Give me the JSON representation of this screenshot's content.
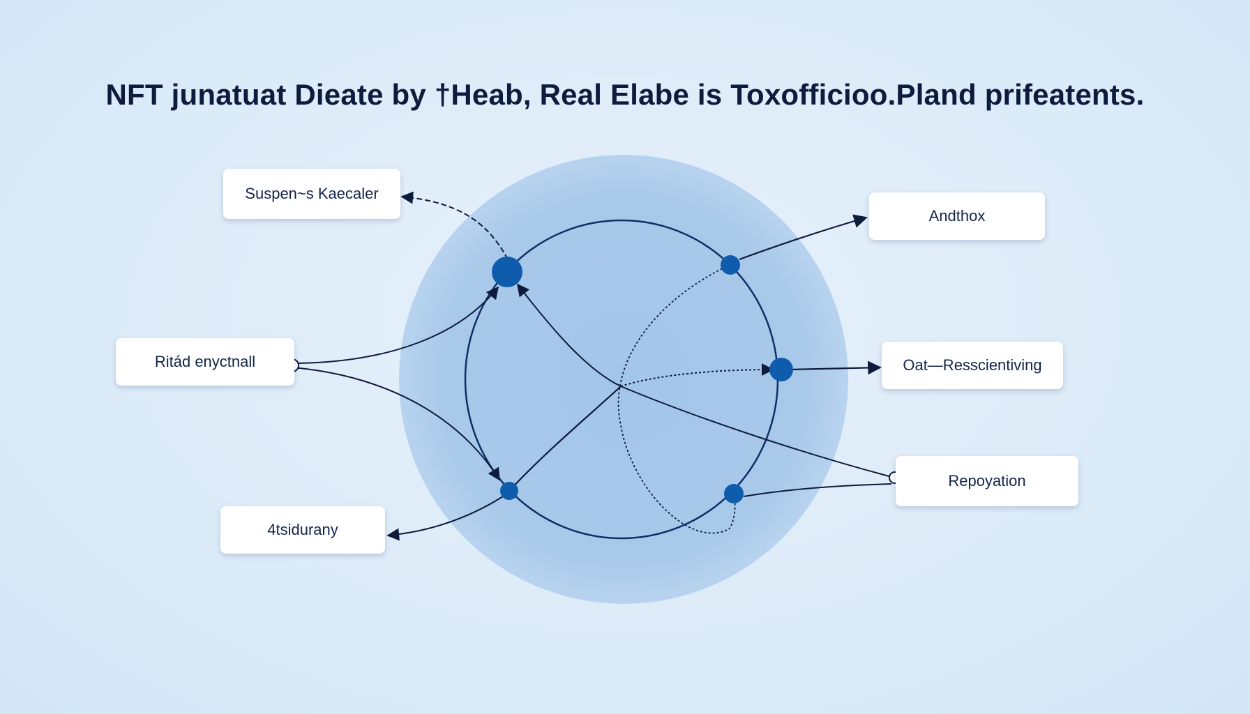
{
  "title": "NFT junatuat Dieate by †Heab, Real Elabe is Toxofficioo.Pland prifeatents.",
  "labels": {
    "top_left": "Suspen~s Kaecaler",
    "mid_left": "Ritád enyctnall",
    "bottom_left": "4tsidurany",
    "top_right": "Andthox",
    "mid_right": "Oat—Resscientiving",
    "bottom_right": "Repoyation"
  },
  "colors": {
    "background": "#dcebf8",
    "big_circle": "#a9c9ea",
    "ring": "#0e2f66",
    "node": "#0f5cad",
    "line": "#0d1b3d",
    "box": "#ffffff"
  }
}
